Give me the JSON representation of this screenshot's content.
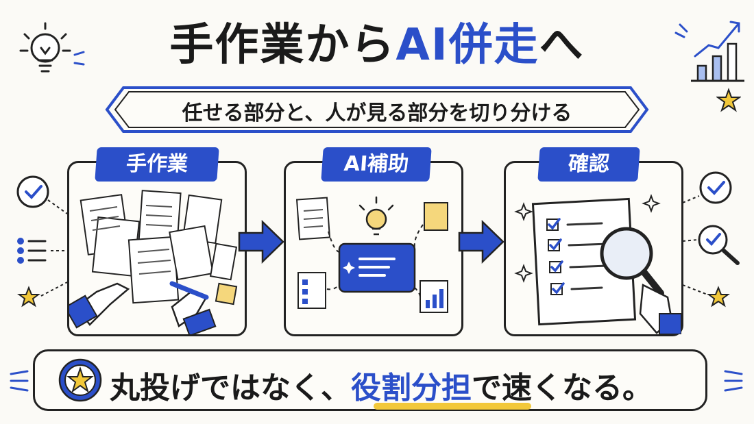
{
  "title": {
    "before": "手作業から",
    "highlight": "AI併走",
    "after": "へ"
  },
  "subtitle": "任せる部分と、人が見る部分を切り分ける",
  "panels": [
    {
      "label": "手作業"
    },
    {
      "label": "AI補助"
    },
    {
      "label": "確認"
    }
  ],
  "bottom": {
    "before": "丸投げではなく、",
    "highlight": "役割分担",
    "after": "で速くなる。"
  },
  "colors": {
    "accent": "#2b4fc9",
    "yellow": "#f2c83a",
    "ink": "#1a1a1a"
  }
}
